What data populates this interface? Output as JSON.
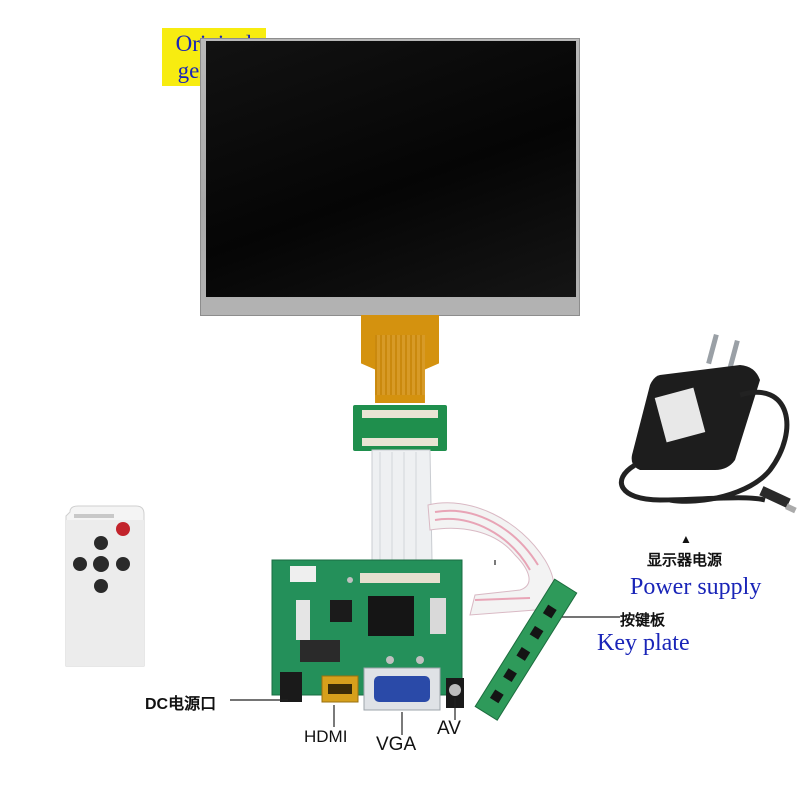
{
  "badge": {
    "line1": "Original",
    "line2": "genuine"
  },
  "labels": {
    "dc": "DC电源口",
    "hdmi": "HDMI",
    "vga": "VGA",
    "av": "AV",
    "power_cn": "显示器电源",
    "power_en": "Power supply",
    "key_cn": "按键板",
    "key_en": "Key plate"
  },
  "arrow_symbol": "▲",
  "colors": {
    "badge_bg": "#f7ec10",
    "badge_text": "#1a25b8",
    "english_label": "#1a25b8",
    "pcb_green": "#1f8f4d",
    "fpc_orange": "#d4920f"
  }
}
